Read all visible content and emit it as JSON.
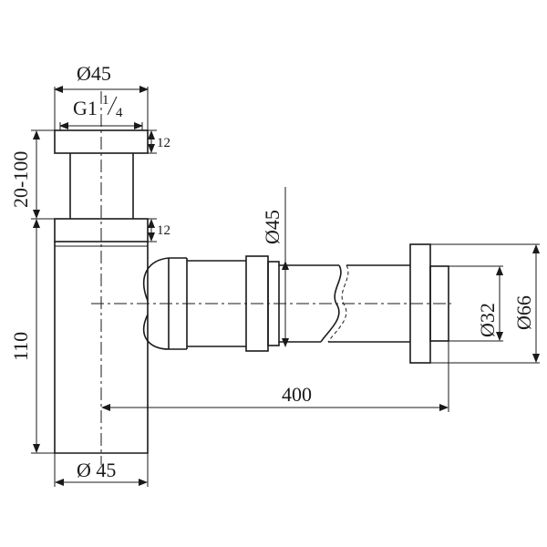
{
  "dimensions": {
    "top_diameter": "Ø45",
    "thread": "G1",
    "thread_fraction_num": "1",
    "thread_fraction_den": "4",
    "flange_top_height": "12",
    "flange_mid_height": "12",
    "adjust_range": "20-100",
    "body_height": "110",
    "pipe_diameter": "Ø45",
    "outlet_inner_diameter": "Ø32",
    "outlet_outer_diameter": "Ø66",
    "length": "400",
    "bottom_diameter": "Ø 45"
  }
}
